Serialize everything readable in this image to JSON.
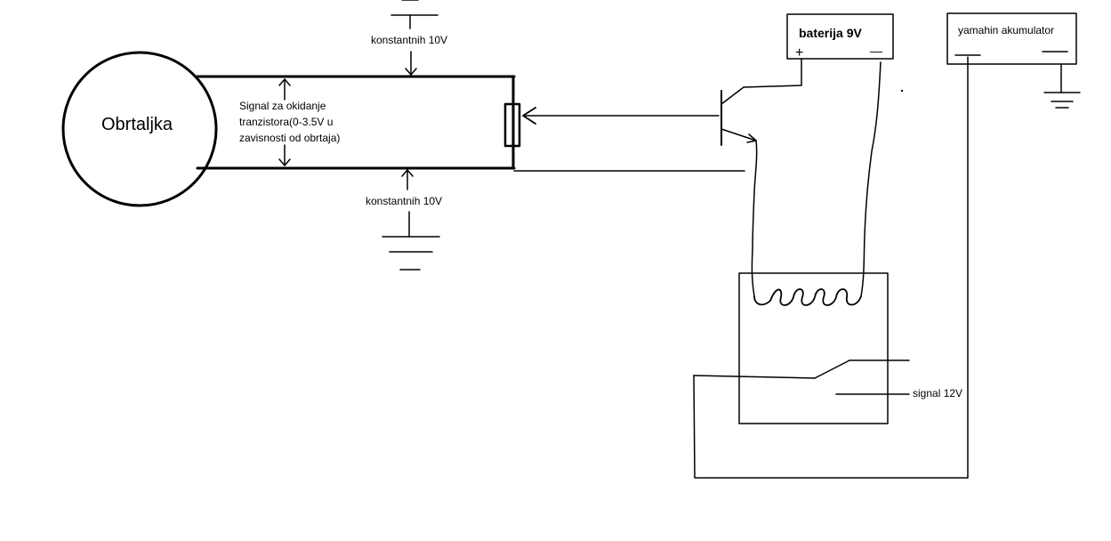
{
  "diagram": {
    "background": "#ffffff",
    "line_color": "#000000",
    "labels": {
      "motor": "Obrtaljka",
      "signal_line1": "Signal za okidanje",
      "signal_line2": "tranzistora(0-3.5V u",
      "signal_line3": "zavisnosti od obrtaja)",
      "top_voltage": "konstantnih 10V",
      "bottom_voltage": "konstantnih 10V",
      "battery": "baterija 9V",
      "battery_plus_mark": "+",
      "battery_minus_mark": "—",
      "accumulator": "yamahin akumulator",
      "accumulator_plus_mark": "—|—",
      "accumulator_minus_mark": "—",
      "relay_signal": "signal 12V"
    }
  }
}
